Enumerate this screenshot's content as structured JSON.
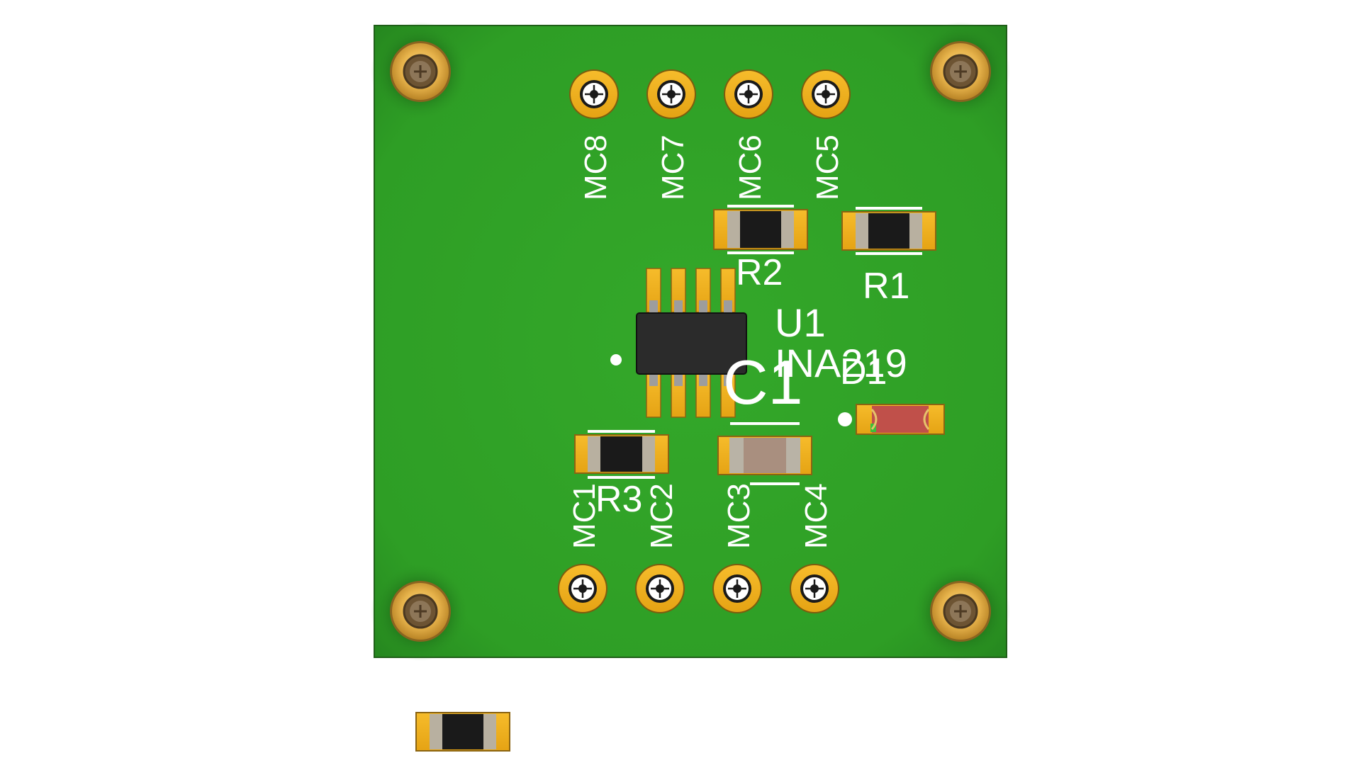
{
  "app": {
    "view": "3D PCB render, top view",
    "background": "#ffffff"
  },
  "colors": {
    "board": "#2e9e25",
    "board_edge": "#1f6f19",
    "pad": "#f2b01e",
    "pad_dark": "#c98f10",
    "silkscreen": "#ffffff",
    "resistor_body": "#1a1a1a",
    "resistor_cap": "#b8b0a0",
    "ic_body": "#2b2b2b",
    "capacitor_body": "#a98f7f",
    "led_body": "#c0504a",
    "led_accent": "#3bbf3b"
  },
  "board": {
    "mounting_holes": [
      "hole-top-left",
      "hole-top-right",
      "hole-bottom-left",
      "hole-bottom-right"
    ],
    "pin_labels_top": [
      "MC8",
      "MC7",
      "MC6",
      "MC5"
    ],
    "pin_labels_bottom": [
      "MC1",
      "MC2",
      "MC3",
      "MC4"
    ]
  },
  "components": {
    "r1": {
      "ref": "R1"
    },
    "r2": {
      "ref": "R2"
    },
    "r3": {
      "ref": "R3"
    },
    "u1": {
      "ref": "U1",
      "value": "INA219"
    },
    "c1": {
      "ref": "C1"
    },
    "d1": {
      "ref": "D1"
    }
  },
  "loose_parts": {
    "off_board_resistor": {
      "type": "resistor",
      "ref": ""
    }
  }
}
